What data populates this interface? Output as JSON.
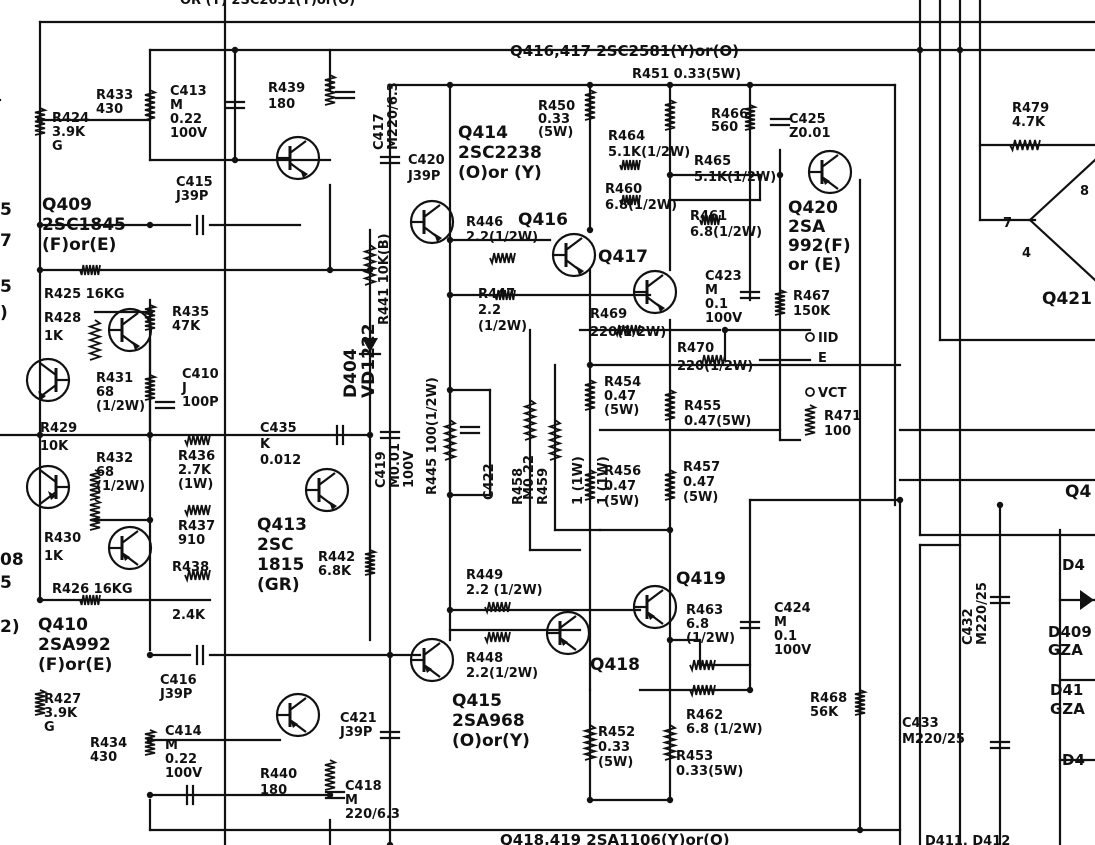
{
  "top_partial": "OR (Y) 2SC2631(Y)or(O)",
  "bottom_partial": "Q418,419 2SA1106(Y)or(O)",
  "bottom_right_partial": "D411, D412",
  "header_right": "Q416,417 2SC2581(Y)or(O)",
  "transistors": [
    {
      "id": "q409",
      "text": [
        "Q409",
        "2SC1845",
        "(F)or(E)"
      ]
    },
    {
      "id": "q410",
      "text": [
        "Q410",
        "2SA992",
        "(F)or(E)"
      ]
    },
    {
      "id": "q413",
      "text": [
        "Q413",
        "2SC",
        "1815",
        "(GR)"
      ]
    },
    {
      "id": "q414",
      "text": [
        "Q414",
        "2SC2238",
        "(O)or (Y)"
      ]
    },
    {
      "id": "q415",
      "text": [
        "Q415",
        "2SA968",
        "(O)or(Y)"
      ]
    },
    {
      "id": "q416",
      "text": [
        "Q416"
      ]
    },
    {
      "id": "q417",
      "text": [
        "Q417"
      ]
    },
    {
      "id": "q418",
      "text": [
        "Q418"
      ]
    },
    {
      "id": "q419",
      "text": [
        "Q419"
      ]
    },
    {
      "id": "q420",
      "text": [
        "Q420",
        "2SA",
        "992(F)",
        "or (E)"
      ]
    },
    {
      "id": "q421",
      "text": [
        "Q421"
      ]
    },
    {
      "id": "q4x",
      "text": [
        "Q4"
      ]
    }
  ],
  "diode": {
    "text": [
      "D404",
      "VD1222"
    ]
  },
  "diodes_right": [
    "D4",
    "D409",
    "GZA",
    "D41",
    "GZA",
    "D4"
  ],
  "resistors": [
    {
      "id": "r424",
      "text": [
        "R424",
        "3.9K",
        "G"
      ]
    },
    {
      "id": "r425",
      "text": [
        "R425 16KG"
      ]
    },
    {
      "id": "r426",
      "text": [
        "R426 16KG"
      ]
    },
    {
      "id": "r427",
      "text": [
        "R427",
        "3.9K",
        "G"
      ]
    },
    {
      "id": "r428",
      "text": [
        "R428",
        "1K"
      ]
    },
    {
      "id": "r429",
      "text": [
        "R429",
        "10K"
      ]
    },
    {
      "id": "r430",
      "text": [
        "R430",
        "1K"
      ]
    },
    {
      "id": "r431",
      "text": [
        "R431",
        "68",
        "(1/2W)"
      ]
    },
    {
      "id": "r432",
      "text": [
        "R432",
        "68",
        "(1/2W)"
      ]
    },
    {
      "id": "r433",
      "text": [
        "R433",
        "430"
      ]
    },
    {
      "id": "r434",
      "text": [
        "R434",
        "430"
      ]
    },
    {
      "id": "r435",
      "text": [
        "R435",
        "47K"
      ]
    },
    {
      "id": "r436",
      "text": [
        "R436",
        "2.7K",
        "(1W)"
      ]
    },
    {
      "id": "r437",
      "text": [
        "R437",
        "910"
      ]
    },
    {
      "id": "r438",
      "text": [
        "R438",
        "2.4K"
      ]
    },
    {
      "id": "r439",
      "text": [
        "R439",
        "180"
      ]
    },
    {
      "id": "r440",
      "text": [
        "R440",
        "180"
      ]
    },
    {
      "id": "r441",
      "text": [
        "R441 10K(B)"
      ]
    },
    {
      "id": "r442",
      "text": [
        "R442",
        "6.8K"
      ]
    },
    {
      "id": "r445",
      "text": [
        "R445 100(1/2W)"
      ]
    },
    {
      "id": "r446",
      "text": [
        "R446",
        "2.2(1/2W)"
      ]
    },
    {
      "id": "r447",
      "text": [
        "R447",
        "2.2",
        "(1/2W)"
      ]
    },
    {
      "id": "r448",
      "text": [
        "R448",
        "2.2(1/2W)"
      ]
    },
    {
      "id": "r449",
      "text": [
        "R449",
        "2.2 (1/2W)"
      ]
    },
    {
      "id": "r450",
      "text": [
        "R450",
        "0.33",
        "(5W)"
      ]
    },
    {
      "id": "r451",
      "text": [
        "R451 0.33(5W)"
      ]
    },
    {
      "id": "r452",
      "text": [
        "R452",
        "0.33",
        "(5W)"
      ]
    },
    {
      "id": "r453",
      "text": [
        "R453",
        "0.33(5W)"
      ]
    },
    {
      "id": "r454",
      "text": [
        "R454",
        "0.47",
        "(5W)"
      ]
    },
    {
      "id": "r455",
      "text": [
        "R455",
        "0.47(5W)"
      ]
    },
    {
      "id": "r456",
      "text": [
        "R456",
        "0.47",
        "(5W)"
      ]
    },
    {
      "id": "r457",
      "text": [
        "R457",
        "0.47",
        "(5W)"
      ]
    },
    {
      "id": "r458",
      "text": [
        "R458",
        "1 (1W)"
      ]
    },
    {
      "id": "r459",
      "text": [
        "R459",
        "1 (1W)"
      ]
    },
    {
      "id": "r460",
      "text": [
        "R460",
        "6.8(1/2W)"
      ]
    },
    {
      "id": "r461",
      "text": [
        "R461",
        "6.8(1/2W)"
      ]
    },
    {
      "id": "r462",
      "text": [
        "R462",
        "6.8 (1/2W)"
      ]
    },
    {
      "id": "r463",
      "text": [
        "R463",
        "6.8",
        "(1/2W)"
      ]
    },
    {
      "id": "r464",
      "text": [
        "R464",
        "5.1K(1/2W)"
      ]
    },
    {
      "id": "r465",
      "text": [
        "R465",
        "5.1K(1/2W)"
      ]
    },
    {
      "id": "r466",
      "text": [
        "R466",
        "560"
      ]
    },
    {
      "id": "r467",
      "text": [
        "R467",
        "150K"
      ]
    },
    {
      "id": "r468",
      "text": [
        "R468",
        "56K"
      ]
    },
    {
      "id": "r469",
      "text": [
        "R469",
        "220(1/2W)"
      ]
    },
    {
      "id": "r470",
      "text": [
        "R470",
        "220(1/2W)"
      ]
    },
    {
      "id": "r471",
      "text": [
        "R471",
        "100"
      ]
    },
    {
      "id": "r479",
      "text": [
        "R479",
        "4.7K"
      ]
    }
  ],
  "capacitors": [
    {
      "id": "c410",
      "text": [
        "C410",
        "J",
        "100P"
      ]
    },
    {
      "id": "c413",
      "text": [
        "C413",
        "M",
        "0.22",
        "100V"
      ]
    },
    {
      "id": "c414",
      "text": [
        "C414",
        "M",
        "0.22",
        "100V"
      ]
    },
    {
      "id": "c415",
      "text": [
        "C415",
        "J39P"
      ]
    },
    {
      "id": "c416",
      "text": [
        "C416",
        "J39P"
      ]
    },
    {
      "id": "c417",
      "text": [
        "C417",
        "M220/6.3"
      ]
    },
    {
      "id": "c418",
      "text": [
        "C418",
        "M",
        "220/6.3"
      ]
    },
    {
      "id": "c419",
      "text": [
        "C419",
        "M0.01",
        "100V"
      ]
    },
    {
      "id": "c420",
      "text": [
        "C420",
        "J39P"
      ]
    },
    {
      "id": "c421",
      "text": [
        "C421",
        "J39P"
      ]
    },
    {
      "id": "c422",
      "text": [
        "C422",
        "M0.22"
      ]
    },
    {
      "id": "c423",
      "text": [
        "C423",
        "M",
        "0.1",
        "100V"
      ]
    },
    {
      "id": "c424",
      "text": [
        "C424",
        "M",
        "0.1",
        "100V"
      ]
    },
    {
      "id": "c425",
      "text": [
        "C425",
        "Z0.01"
      ]
    },
    {
      "id": "c432",
      "text": [
        "C432",
        "M220/25"
      ]
    },
    {
      "id": "c433",
      "text": [
        "C433",
        "M220/25"
      ]
    },
    {
      "id": "c435",
      "text": [
        "C435",
        "K",
        "0.012"
      ]
    }
  ],
  "test_points": [
    "IID",
    "E",
    "VCT"
  ],
  "opamp_pins": [
    "7",
    "4",
    "8"
  ],
  "left_cut": [
    "5",
    "7",
    "5",
    ")",
    "08",
    "5",
    "2)"
  ]
}
